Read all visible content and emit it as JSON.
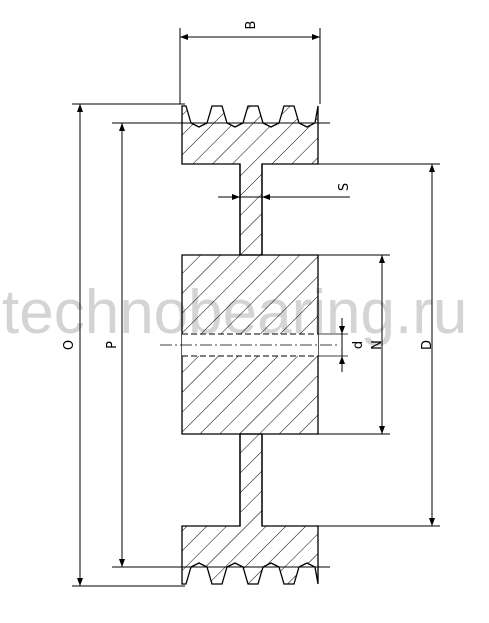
{
  "drawing": {
    "labels": {
      "B": "B",
      "S": "S",
      "O": "O",
      "P": "P",
      "d": "d",
      "N": "N",
      "D": "D"
    },
    "watermark": "technobearing.ru",
    "colors": {
      "line": "#000000",
      "watermark": "#d4d4d4",
      "background": "#ffffff"
    }
  }
}
